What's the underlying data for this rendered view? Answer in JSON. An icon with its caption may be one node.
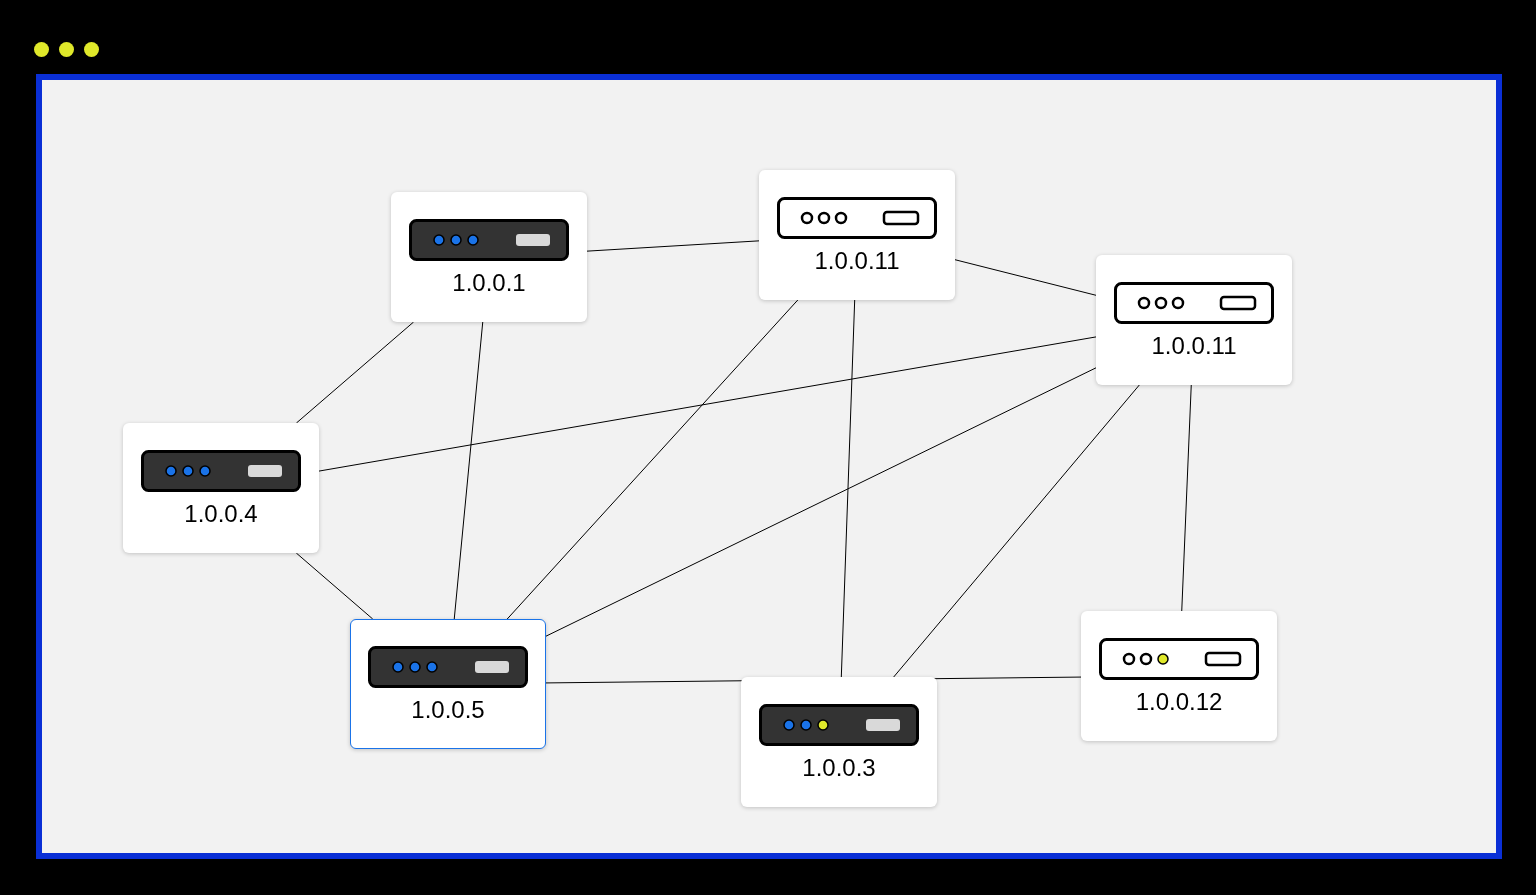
{
  "diagram": {
    "nodes": [
      {
        "text": [
          "1.0.0.1"
        ]
      },
      {
        "text": [
          "1.0.0.11"
        ]
      },
      {
        "text": [
          "1.0.0.11"
        ]
      },
      {
        "text": [
          "1.0.0.4"
        ]
      },
      {
        "text": [
          "1.0.0.5"
        ]
      },
      {
        "text": [
          "1.0.0.12"
        ]
      },
      {
        "text": [
          "1.0.0.3"
        ]
      }
    ],
    "edges": [
      {
        "from": 0,
        "to": 1,
        "arrow": "none"
      },
      {
        "from": 1,
        "to": 2,
        "arrow": "none"
      },
      {
        "from": 0,
        "to": 3,
        "arrow": "none"
      },
      {
        "from": 0,
        "to": 4,
        "arrow": "none"
      },
      {
        "from": 1,
        "to": 4,
        "arrow": "none"
      },
      {
        "from": 1,
        "to": 6,
        "arrow": "none"
      },
      {
        "from": 2,
        "to": 3,
        "arrow": "none"
      },
      {
        "from": 2,
        "to": 4,
        "arrow": "none"
      },
      {
        "from": 2,
        "to": 6,
        "arrow": "none"
      },
      {
        "from": 2,
        "to": 5,
        "arrow": "none"
      },
      {
        "from": 3,
        "to": 4,
        "arrow": "none"
      },
      {
        "from": 4,
        "to": 5,
        "arrow": "none"
      }
    ]
  }
}
